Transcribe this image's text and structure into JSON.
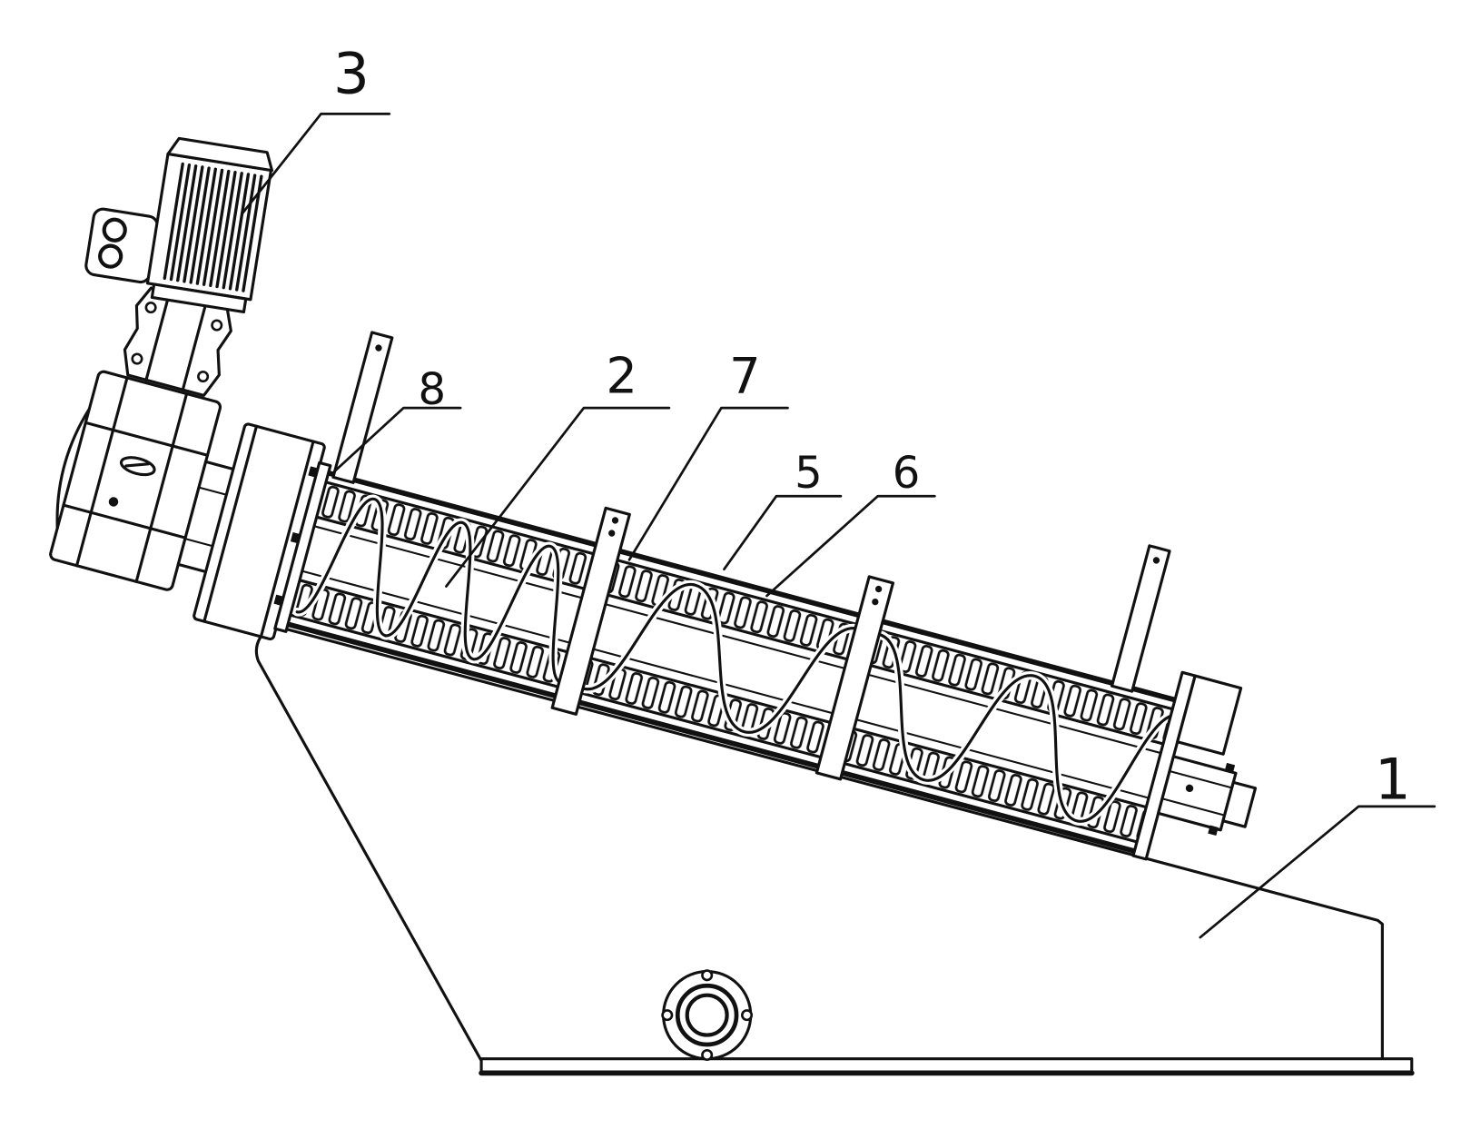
{
  "callouts": [
    "3",
    "8",
    "2",
    "7",
    "5",
    "6",
    "1"
  ]
}
